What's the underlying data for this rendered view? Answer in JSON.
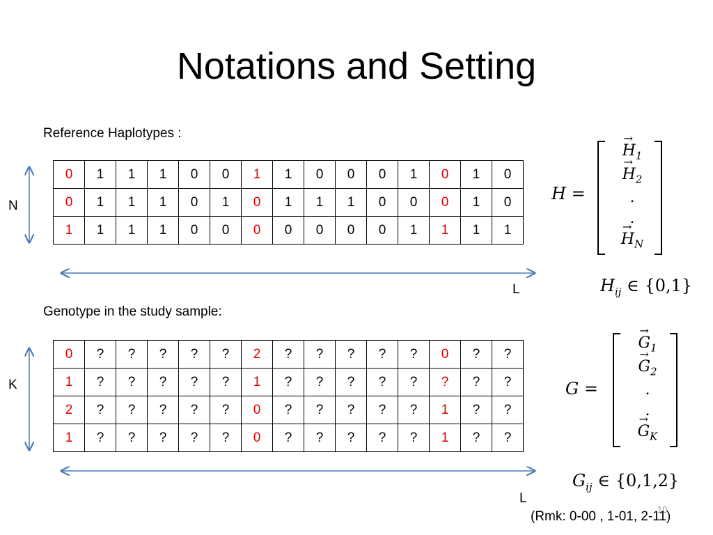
{
  "slide": {
    "title": "Notations and Setting",
    "page_number": "10",
    "remark": "(Rmk: 0-00 , 1-01, 2-11)"
  },
  "reference": {
    "label": "Reference Haplotypes :",
    "row_dim_label": "N",
    "col_dim_label": "L",
    "highlight_columns": [
      0,
      6,
      12
    ],
    "rows": [
      [
        "0",
        "1",
        "1",
        "1",
        "0",
        "0",
        "1",
        "1",
        "0",
        "0",
        "0",
        "1",
        "0",
        "1",
        "0"
      ],
      [
        "0",
        "1",
        "1",
        "1",
        "0",
        "1",
        "0",
        "1",
        "1",
        "1",
        "0",
        "0",
        "0",
        "1",
        "0"
      ],
      [
        "1",
        "1",
        "1",
        "1",
        "0",
        "0",
        "0",
        "0",
        "0",
        "0",
        "0",
        "1",
        "1",
        "1",
        "1"
      ]
    ]
  },
  "genotype": {
    "label": "Genotype in the study sample:",
    "row_dim_label": "K",
    "col_dim_label": "L",
    "highlight_columns": [
      0,
      6,
      12
    ],
    "rows": [
      [
        "0",
        "?",
        "?",
        "?",
        "?",
        "?",
        "2",
        "?",
        "?",
        "?",
        "?",
        "?",
        "0",
        "?",
        "?"
      ],
      [
        "1",
        "?",
        "?",
        "?",
        "?",
        "?",
        "1",
        "?",
        "?",
        "?",
        "?",
        "?",
        "?",
        "?",
        "?"
      ],
      [
        "2",
        "?",
        "?",
        "?",
        "?",
        "?",
        "0",
        "?",
        "?",
        "?",
        "?",
        "?",
        "1",
        "?",
        "?"
      ],
      [
        "1",
        "?",
        "?",
        "?",
        "?",
        "?",
        "0",
        "?",
        "?",
        "?",
        "?",
        "?",
        "1",
        "?",
        "?"
      ]
    ]
  },
  "math": {
    "H_symbol": "H",
    "H_rows": [
      "H",
      "H",
      ".",
      ".",
      "H"
    ],
    "H_subs": [
      "1",
      "2",
      "",
      "",
      "N"
    ],
    "H_domain": "{0,1}",
    "G_symbol": "G",
    "G_rows": [
      "G",
      "G",
      ".",
      ".",
      "G"
    ],
    "G_subs": [
      "1",
      "2",
      "",
      "",
      "K"
    ],
    "G_domain": "{0,1,2}",
    "equals": "=",
    "element_of": "∈",
    "H_elem": "H",
    "H_elem_sub": "ij",
    "G_elem": "G",
    "G_elem_sub": "ij"
  }
}
